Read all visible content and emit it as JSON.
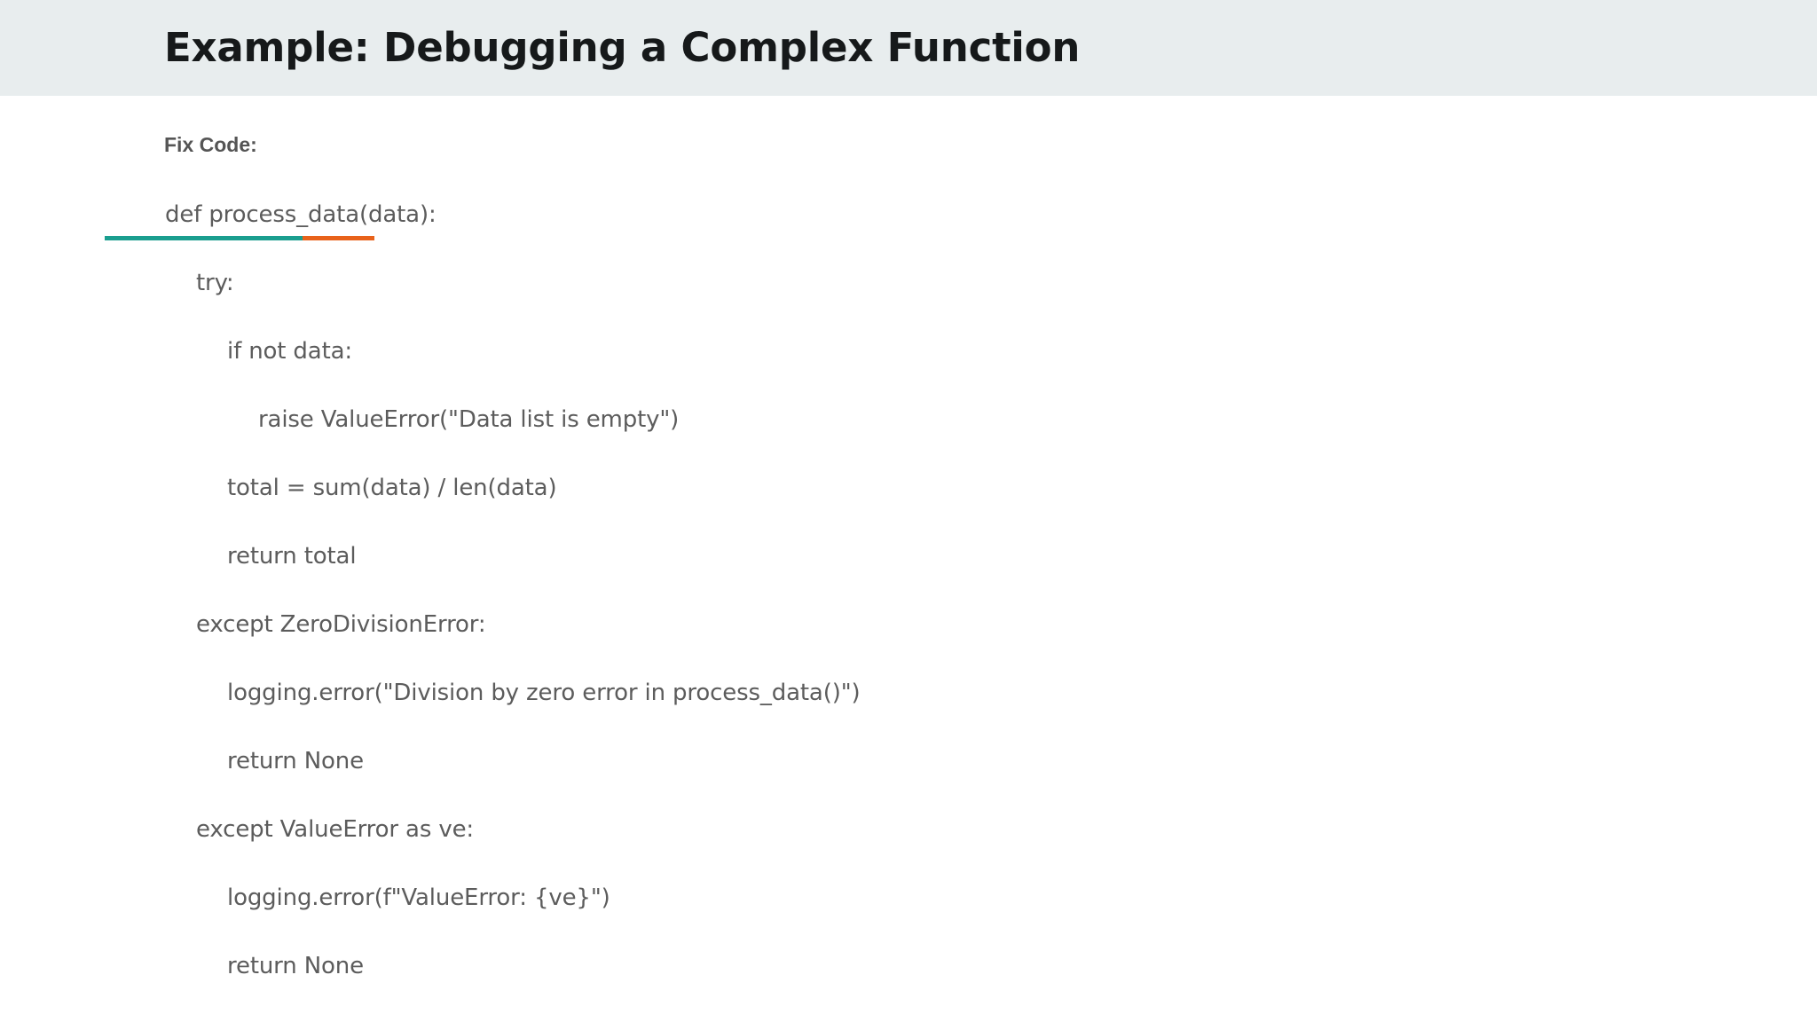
{
  "header": {
    "title": "Example: Debugging a Complex Function",
    "background_color": "#e8edee",
    "title_color": "#16191a"
  },
  "body": {
    "background_color": "#ffffff",
    "section_label": "Fix Code:",
    "section_label_color": "#555555",
    "code_color": "#5c5c5c"
  },
  "accent_rule": {
    "primary_color": "#1a9e8f",
    "secondary_color": "#e8621a"
  },
  "code": {
    "language": "python",
    "lines": [
      {
        "text": "def process_data(data):",
        "indent": 0
      },
      {
        "text": "try:",
        "indent": 1
      },
      {
        "text": "if not data:",
        "indent": 2
      },
      {
        "text": "raise ValueError(\"Data list is empty\")",
        "indent": 3
      },
      {
        "text": "total = sum(data) / len(data)",
        "indent": 2
      },
      {
        "text": "return total",
        "indent": 2
      },
      {
        "text": "except ZeroDivisionError:",
        "indent": 1
      },
      {
        "text": "logging.error(\"Division by zero error in process_data()\")",
        "indent": 2
      },
      {
        "text": "return None",
        "indent": 2
      },
      {
        "text": "except ValueError as ve:",
        "indent": 1
      },
      {
        "text": "logging.error(f\"ValueError: {ve}\")",
        "indent": 2
      },
      {
        "text": "return None",
        "indent": 2
      }
    ]
  }
}
